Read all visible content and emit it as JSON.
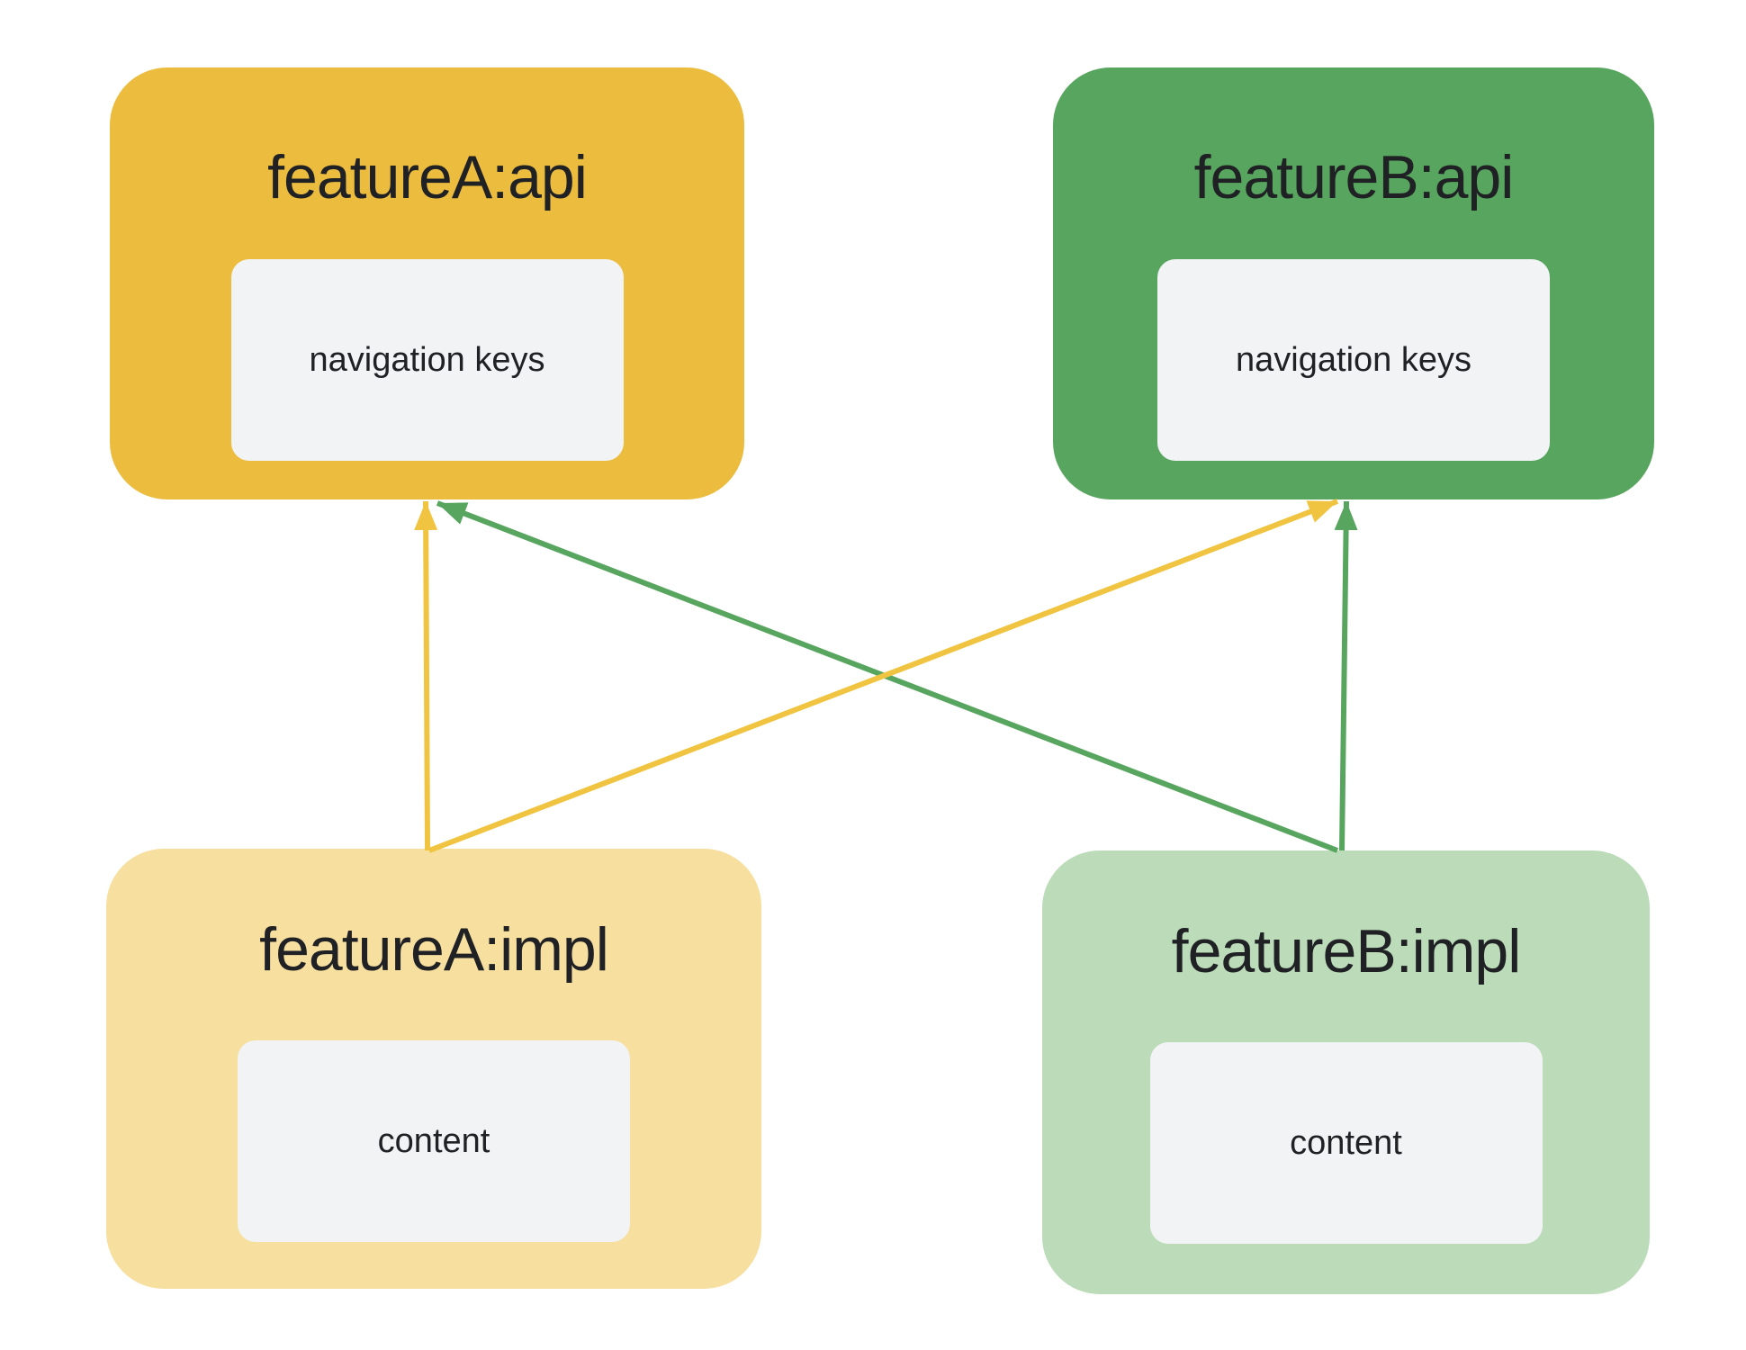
{
  "diagram": {
    "background": "#FFFFFF",
    "text_color": "#202124",
    "inner_box_fill": "#F1F3F4",
    "modules": [
      {
        "id": "featureA-api",
        "title": "featureA:api",
        "inner_label": "navigation keys",
        "fill": "#ECBC3E"
      },
      {
        "id": "featureB-api",
        "title": "featureB:api",
        "inner_label": "navigation keys",
        "fill": "#57A55E"
      },
      {
        "id": "featureA-impl",
        "title": "featureA:impl",
        "inner_label": "content",
        "fill": "#F6DF9F"
      },
      {
        "id": "featureB-impl",
        "title": "featureB:impl",
        "inner_label": "content",
        "fill": "#BBDBB9"
      }
    ],
    "edges": [
      {
        "from": "featureA:impl",
        "to": "featureA:api",
        "color": "#F0C440",
        "style": "arrow-up"
      },
      {
        "from": "featureA:impl",
        "to": "featureB:api",
        "color": "#F0C440",
        "style": "arrow-up"
      },
      {
        "from": "featureB:impl",
        "to": "featureB:api",
        "color": "#57A55E",
        "style": "arrow-up"
      },
      {
        "from": "featureB:impl",
        "to": "featureA:api",
        "color": "#57A55E",
        "style": "arrow-up"
      }
    ]
  }
}
